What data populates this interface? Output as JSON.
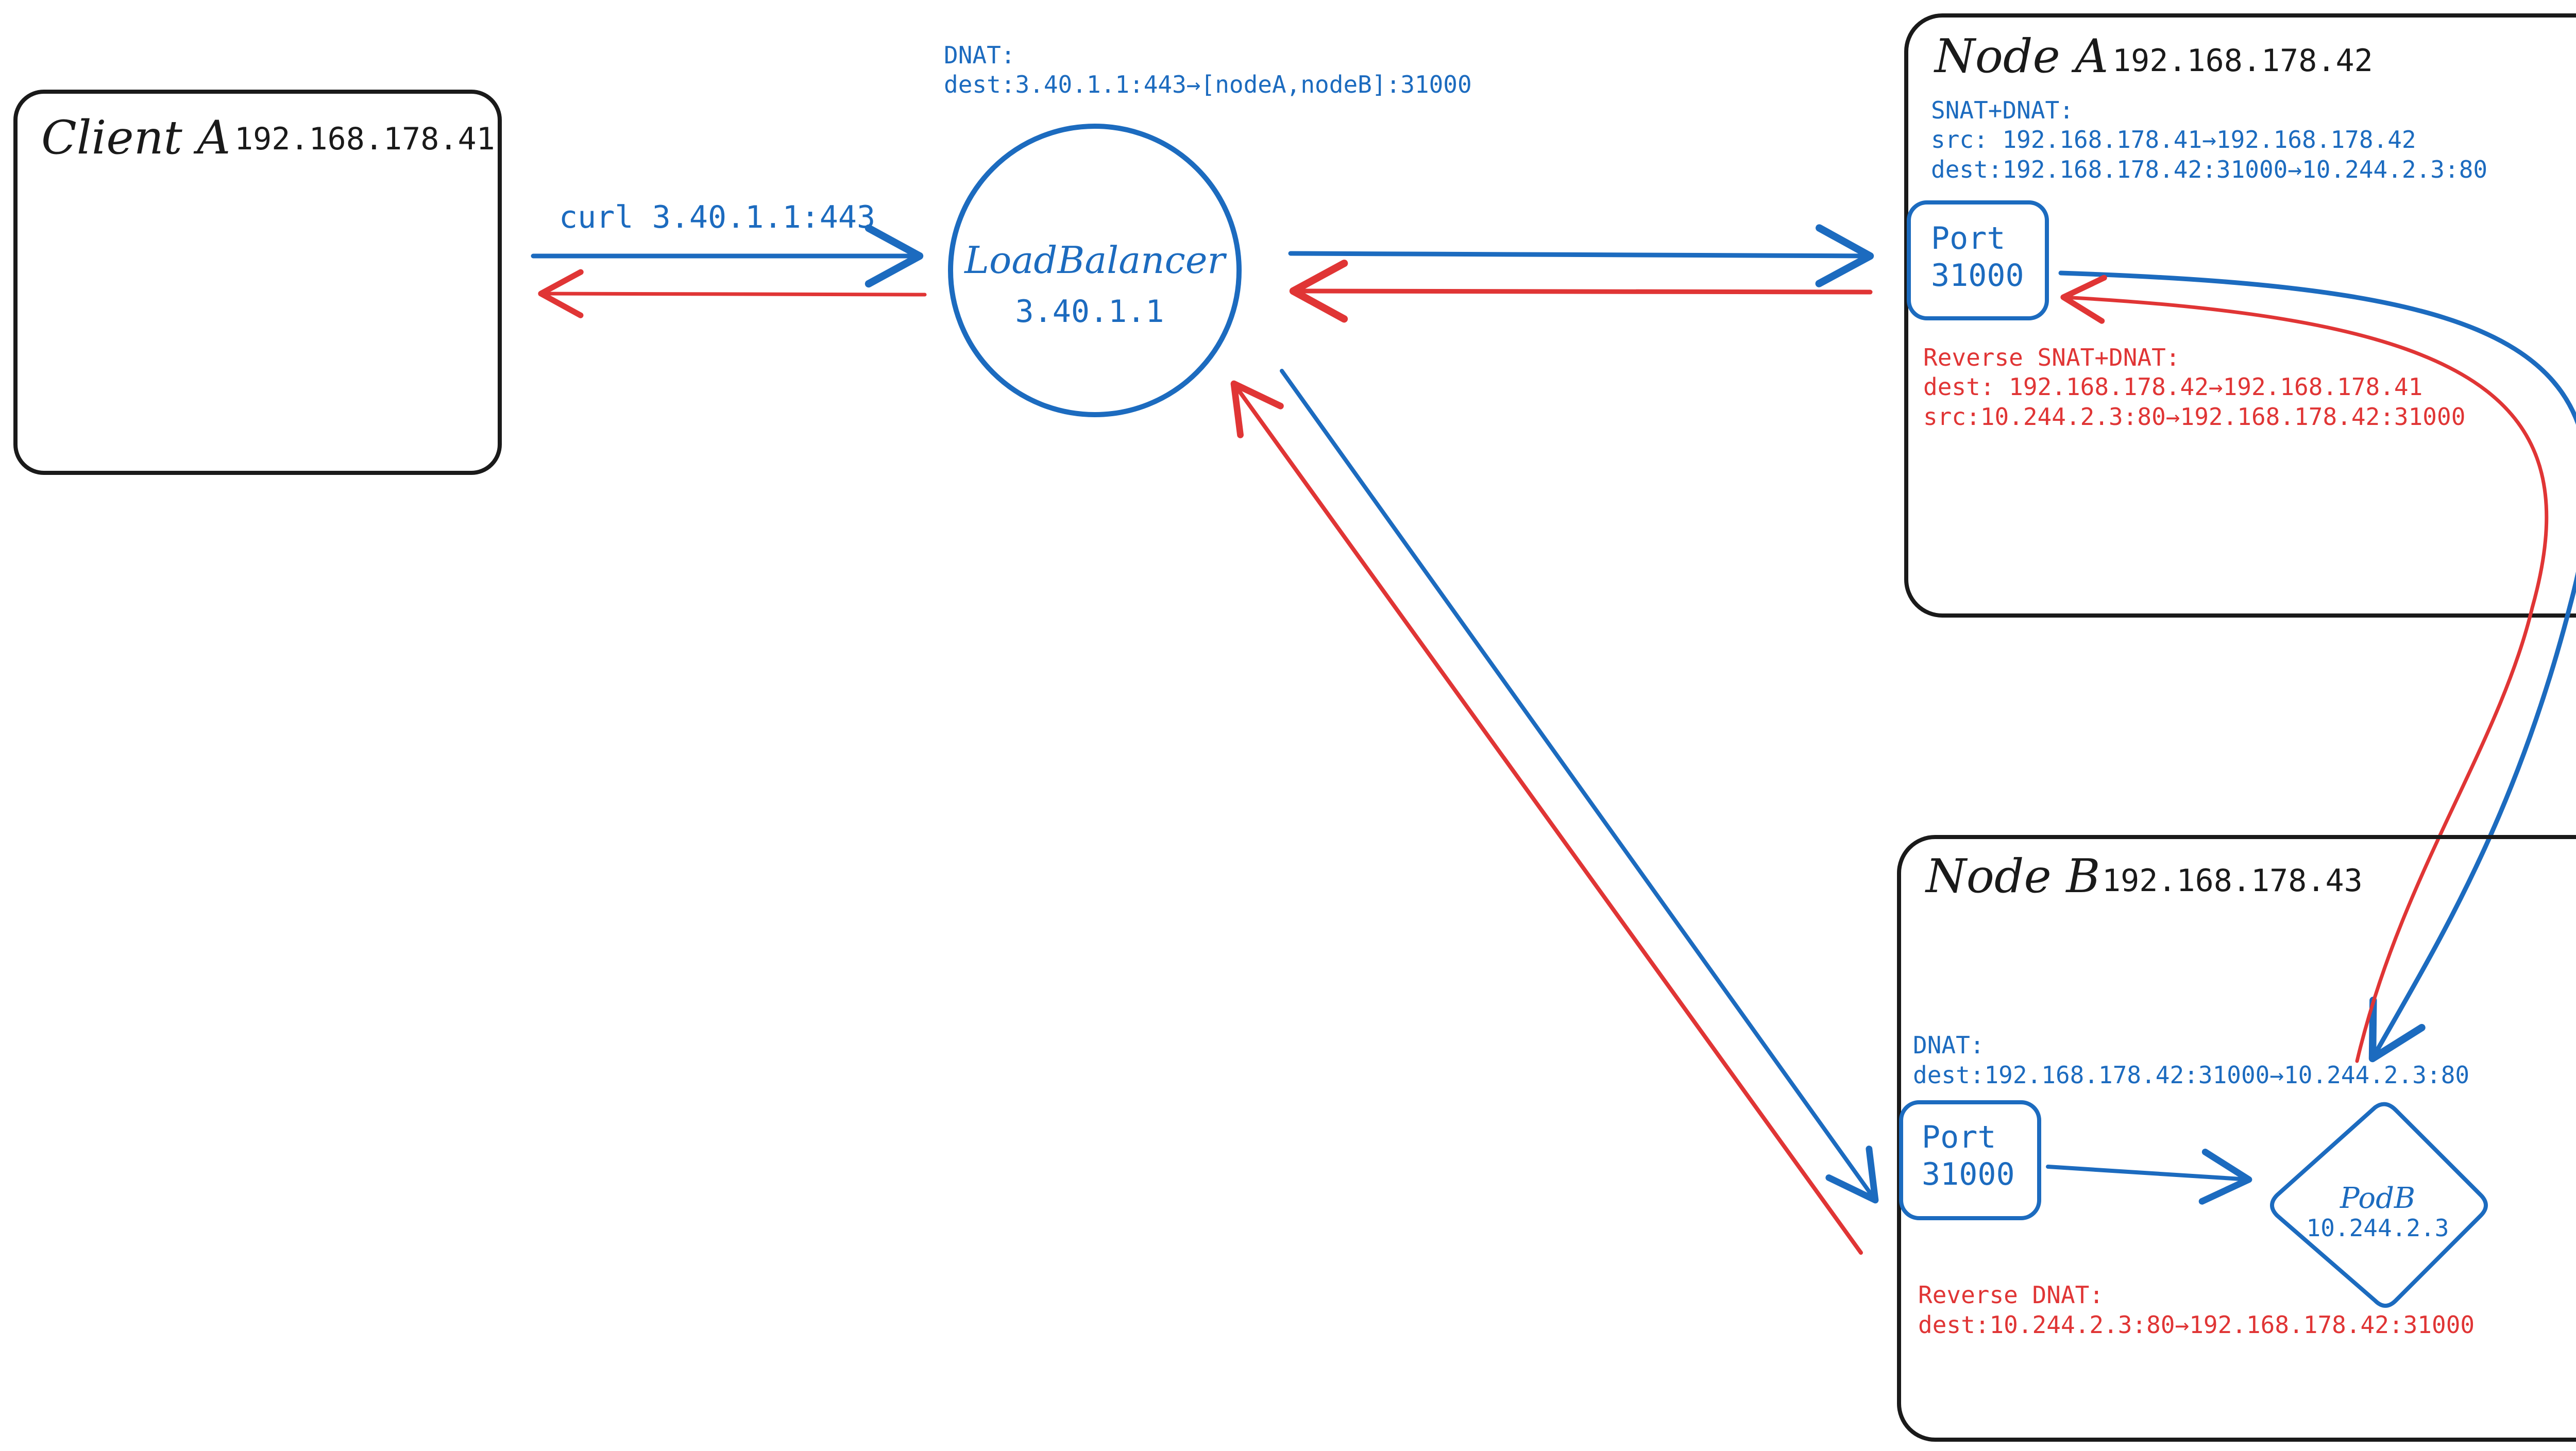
{
  "colors": {
    "blue": "#1c6bbf",
    "red": "#e03535",
    "black": "#1a1a1a"
  },
  "client": {
    "name": "Client A",
    "ip": "192.168.178.41"
  },
  "loadbalancer": {
    "dnat_title": "DNAT:",
    "dnat_rule": "dest:3.40.1.1:443→[nodeA,nodeB]:31000",
    "name": "LoadBalancer",
    "ip": "3.40.1.1"
  },
  "request": {
    "label": "curl 3.40.1.1:443"
  },
  "node_a": {
    "name": "Node A",
    "ip": "192.168.178.42",
    "nat_title": "SNAT+DNAT:",
    "nat_src": "src: 192.168.178.41→192.168.178.42",
    "nat_dest": "dest:192.168.178.42:31000→10.244.2.3:80",
    "port_label": "Port",
    "port_number": "31000",
    "reverse_title": "Reverse SNAT+DNAT:",
    "reverse_dest": "dest: 192.168.178.42→192.168.178.41",
    "reverse_src": "src:10.244.2.3:80→192.168.178.42:31000"
  },
  "node_b": {
    "name": "Node B",
    "ip": "192.168.178.43",
    "dnat_title": "DNAT:",
    "dnat_rule": "dest:192.168.178.42:31000→10.244.2.3:80",
    "port_label": "Port",
    "port_number": "31000",
    "pod_name": "PodB",
    "pod_ip": "10.244.2.3",
    "reverse_title": "Reverse DNAT:",
    "reverse_rule": "dest:10.244.2.3:80→192.168.178.42:31000"
  }
}
